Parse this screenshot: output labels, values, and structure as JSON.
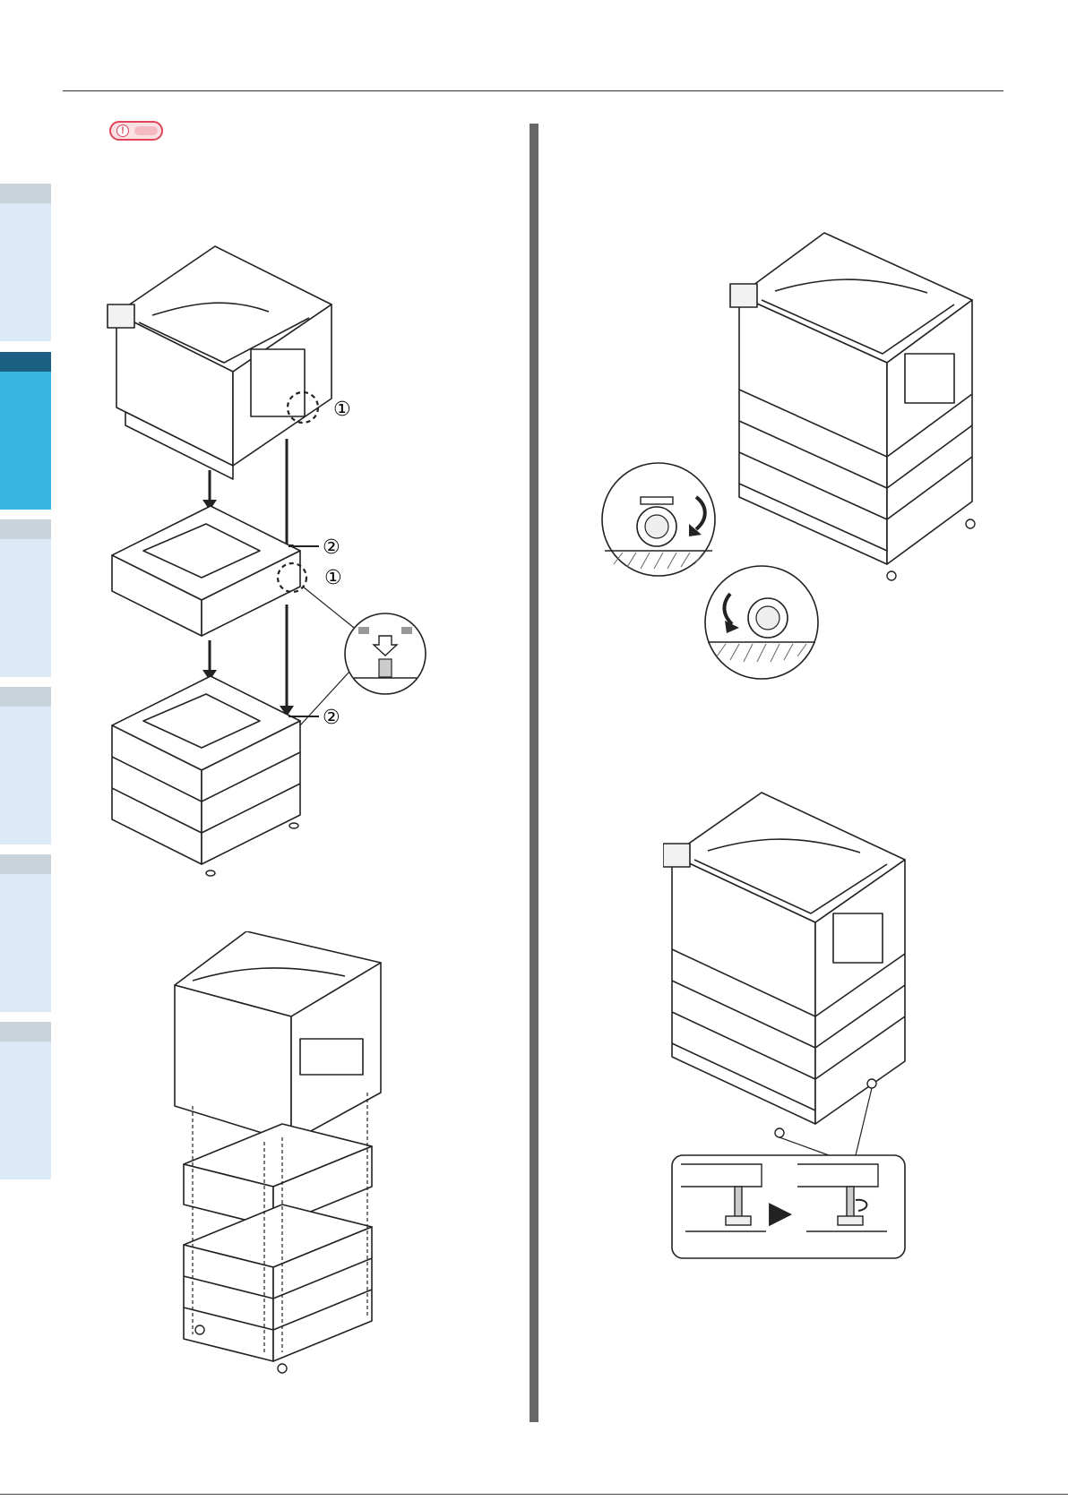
{
  "note": {
    "icon": "exclamation-icon",
    "symbol": "!"
  },
  "colors": {
    "rule": "#333333",
    "center_bar": "#676767",
    "tab_light": "#dbeaf6",
    "tab_light_head": "#c8d3dc",
    "tab_active": "#3ab5e3",
    "tab_active_head": "#1b5f82",
    "note_red": "#e0455a"
  },
  "side_tabs": [
    {
      "name": "tab-1",
      "state": "light"
    },
    {
      "name": "tab-2",
      "state": "active"
    },
    {
      "name": "tab-3",
      "state": "light"
    },
    {
      "name": "tab-4",
      "state": "light"
    },
    {
      "name": "tab-5",
      "state": "light"
    },
    {
      "name": "tab-6",
      "state": "light"
    }
  ],
  "figures": {
    "stack_assembly": {
      "callouts": [
        "①",
        "②",
        "①",
        "②"
      ]
    },
    "rear_alignment": {},
    "caster_lock": {},
    "leveling_feet": {
      "arrow": "▶"
    }
  }
}
